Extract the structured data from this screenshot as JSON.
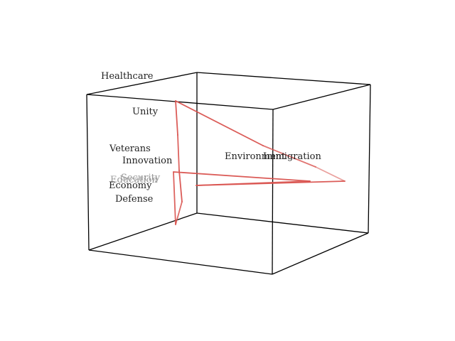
{
  "chart_data": {
    "type": "line",
    "title": "",
    "xlabel": "",
    "ylabel": "",
    "zlabel": "",
    "grid": false,
    "axes_visible": false,
    "line_color": "#d9534f",
    "words": [
      "Healthcare",
      "Unity",
      "Veterans",
      "Innovation",
      "Education",
      "Security",
      "Economy",
      "Defense",
      "Environment",
      "Immigration"
    ]
  }
}
